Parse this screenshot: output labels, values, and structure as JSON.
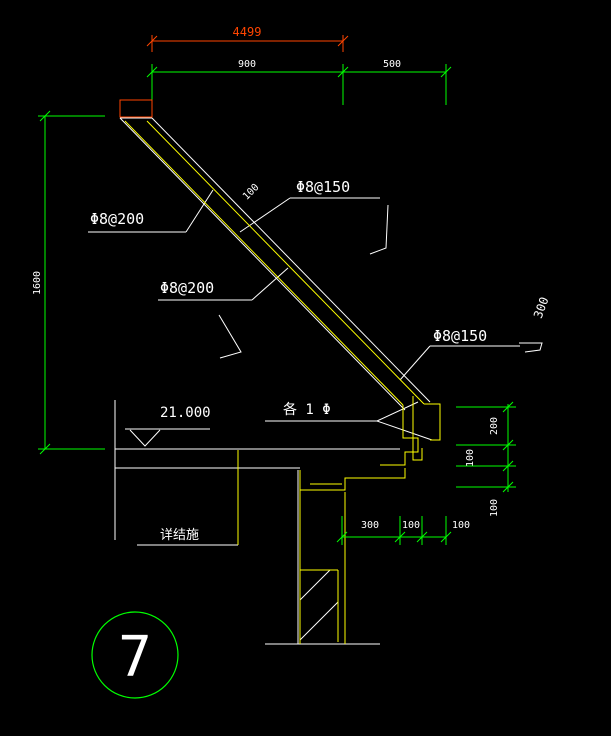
{
  "colors": {
    "background": "#000000",
    "dimension": "#00ff00",
    "structure": "#ffffff",
    "rebar": "#ffff00",
    "overall_dimension": "#ff4500",
    "detail_circle": "#00ff00"
  },
  "dimensions": {
    "overall_width": "4499",
    "width_left": "900",
    "width_right": "500",
    "overall_height": "1600",
    "slab_thickness": "100",
    "right_200": "200",
    "right_100_a": "100",
    "right_100_b": "100",
    "bottom_300": "300",
    "bottom_100_a": "100",
    "bottom_100_b": "100",
    "hook_300": "300"
  },
  "labels": {
    "rebar_left": "Φ8@200",
    "rebar_top": "Φ8@150",
    "rebar_mid": "Φ8@200",
    "rebar_right": "Φ8@150",
    "each_one": "各 1 Φ",
    "elevation": "21.000",
    "see_structure": "详结施"
  },
  "detail_number": "7"
}
